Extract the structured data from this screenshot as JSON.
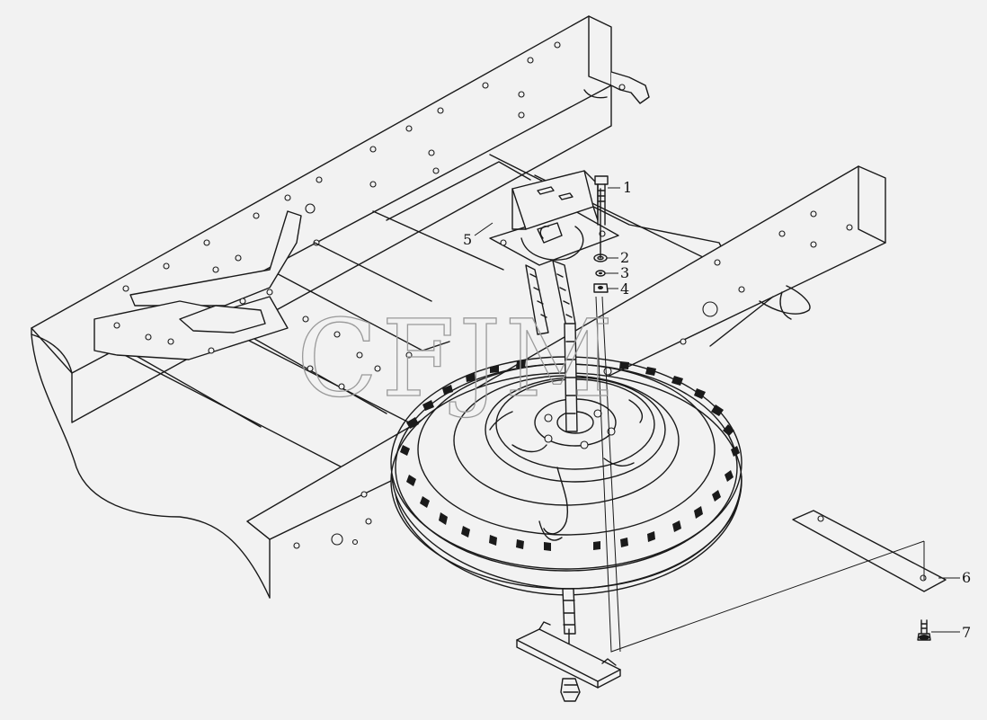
{
  "watermark": "CFJM",
  "callouts": [
    {
      "id": "1",
      "label": "1"
    },
    {
      "id": "2",
      "label": "2"
    },
    {
      "id": "3",
      "label": "3"
    },
    {
      "id": "4",
      "label": "4"
    },
    {
      "id": "5",
      "label": "5"
    },
    {
      "id": "6",
      "label": "6"
    },
    {
      "id": "7",
      "label": "7"
    }
  ]
}
